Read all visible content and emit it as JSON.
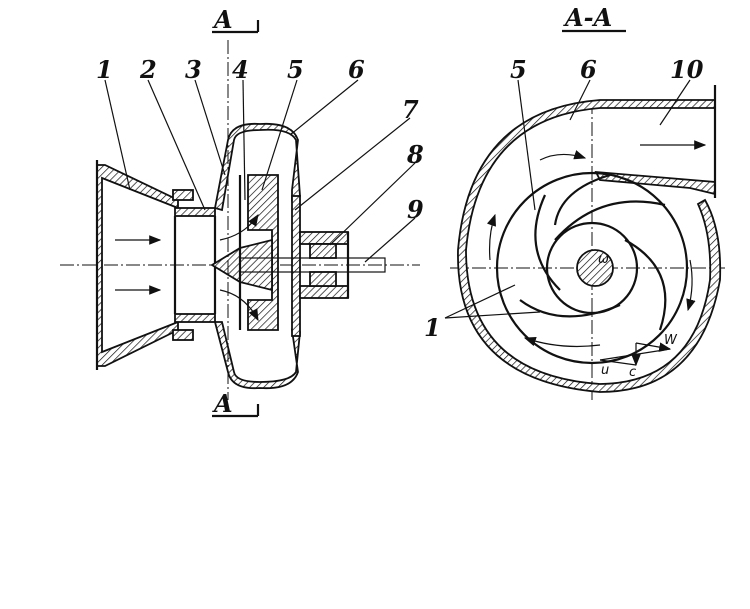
{
  "section_marks": {
    "top": "A",
    "bottom": "A",
    "section_title": "A-A"
  },
  "side_view_labels": [
    "1",
    "2",
    "3",
    "4",
    "5",
    "6",
    "7",
    "8",
    "9"
  ],
  "section_view_labels": {
    "impeller": "5",
    "casing": "6",
    "outlet": "10",
    "blades": "1"
  },
  "vector_labels": {
    "omega": "ω",
    "w": "W",
    "u": "u",
    "c": "c"
  }
}
